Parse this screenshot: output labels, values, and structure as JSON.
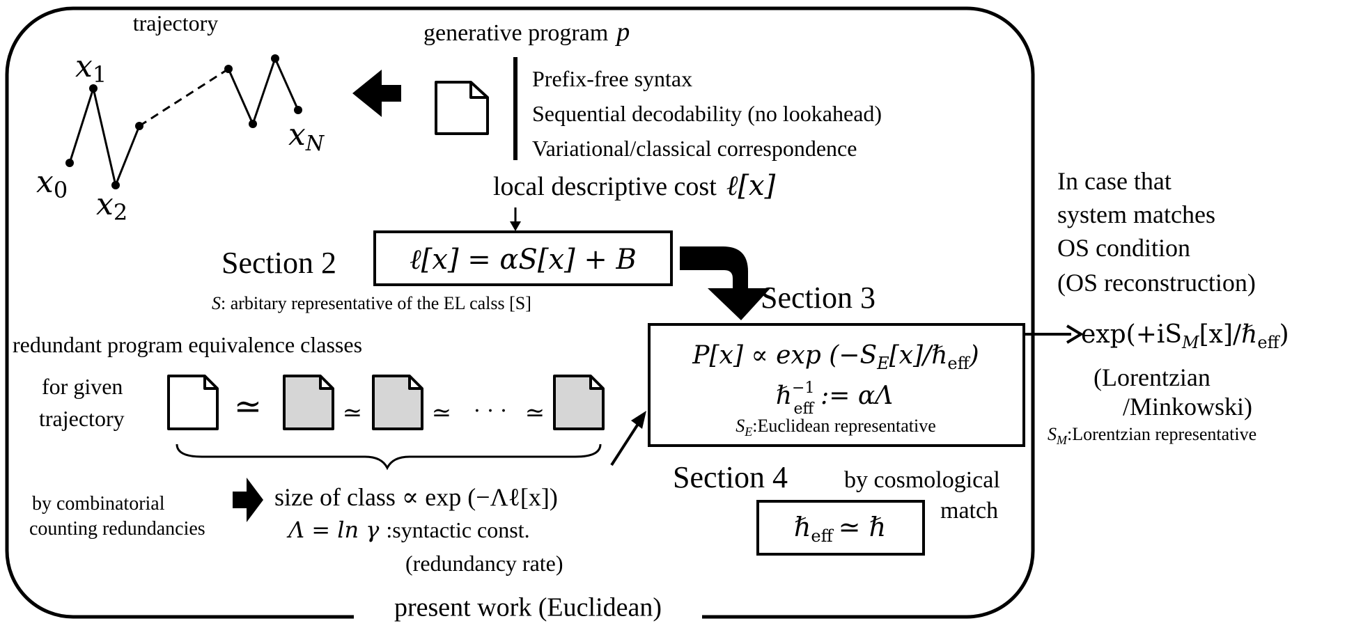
{
  "trajectory": {
    "title": "trajectory",
    "labels": {
      "x0": "x",
      "x0_sub": "0",
      "x1": "x",
      "x1_sub": "1",
      "x2": "x",
      "x2_sub": "2",
      "xN": "x",
      "xN_sub": "N"
    }
  },
  "program": {
    "title": "generative program",
    "symbol": "p",
    "conditions": [
      "Prefix-free syntax",
      "Sequential decodability (no lookahead)",
      "Variational/classical correspondence"
    ],
    "local_cost_label": "local descriptive cost",
    "local_cost_symbol": "ℓ[x]"
  },
  "section2": {
    "title": "Section 2",
    "formula": "ℓ[x] = αS[x] + B",
    "note_symbol": "S",
    "note": ": arbitary representative of the EL calss [S]"
  },
  "section3": {
    "title": "Section 3",
    "formula_main": "P[x] ∝ exp (−S",
    "formula_main_sub": "E",
    "formula_main_tail": "[x]/ℏ",
    "formula_main_tail_sub": "eff",
    "formula_main_end": ")",
    "formula_hbar": "ℏ",
    "formula_hbar_sup": "−1",
    "formula_hbar_sub": "eff",
    "formula_hbar_rhs": ":= αΛ",
    "note_symbol": "S",
    "note_sub": "E",
    "note": ":Euclidean representative"
  },
  "section4": {
    "title": "Section 4",
    "by_text_1": "by cosmological",
    "by_text_2": "match",
    "formula": "ℏ",
    "formula_sub": "eff",
    "formula_rhs": "≃ ℏ"
  },
  "redundancy": {
    "title": "redundant program equivalence classes",
    "for_given_1": "for given",
    "for_given_2": "trajectory",
    "simeq": "≃",
    "dots": "· · ·",
    "counting_1": "by combinatorial",
    "counting_2": "counting redundancies",
    "size_text": "size of class ∝ exp (−Λℓ[x])",
    "lambda_def": "Λ = ln γ",
    "lambda_note": ":syntactic const.",
    "lambda_note_2": "(redundancy rate)"
  },
  "lorentzian": {
    "case_lines": [
      "In case that",
      "system matches",
      "OS condition",
      "(OS reconstruction)"
    ],
    "formula_head": "exp(+iS",
    "formula_sub": "M",
    "formula_mid": "[x]/ℏ",
    "formula_sub2": "eff",
    "formula_end": ")",
    "label_1": "(Lorentzian",
    "label_2": "/Minkowski)",
    "note_symbol": "S",
    "note_sub": "M",
    "note": ":Lorentzian representative"
  },
  "frame_label": "present work (Euclidean)"
}
